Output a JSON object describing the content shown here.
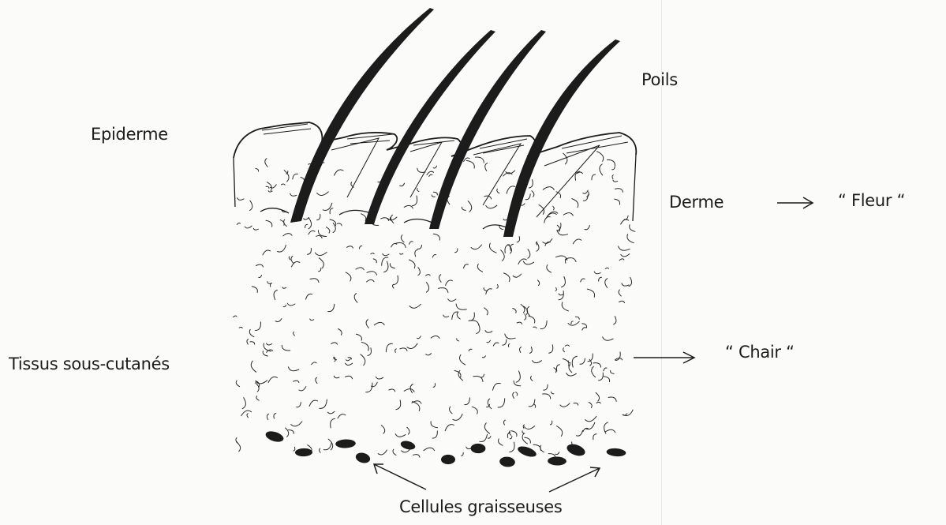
{
  "labels": {
    "hairs": "Poils",
    "epidermis": "Epiderme",
    "dermis": "Derme",
    "grain": "“ Fleur “",
    "subcutaneous": "Tissus sous-cutanés",
    "flesh": "“ Chair “",
    "fat_cells": "Cellules graisseuses"
  },
  "colors": {
    "ink": "#1c1c1c",
    "paper": "#fbfbfa"
  }
}
